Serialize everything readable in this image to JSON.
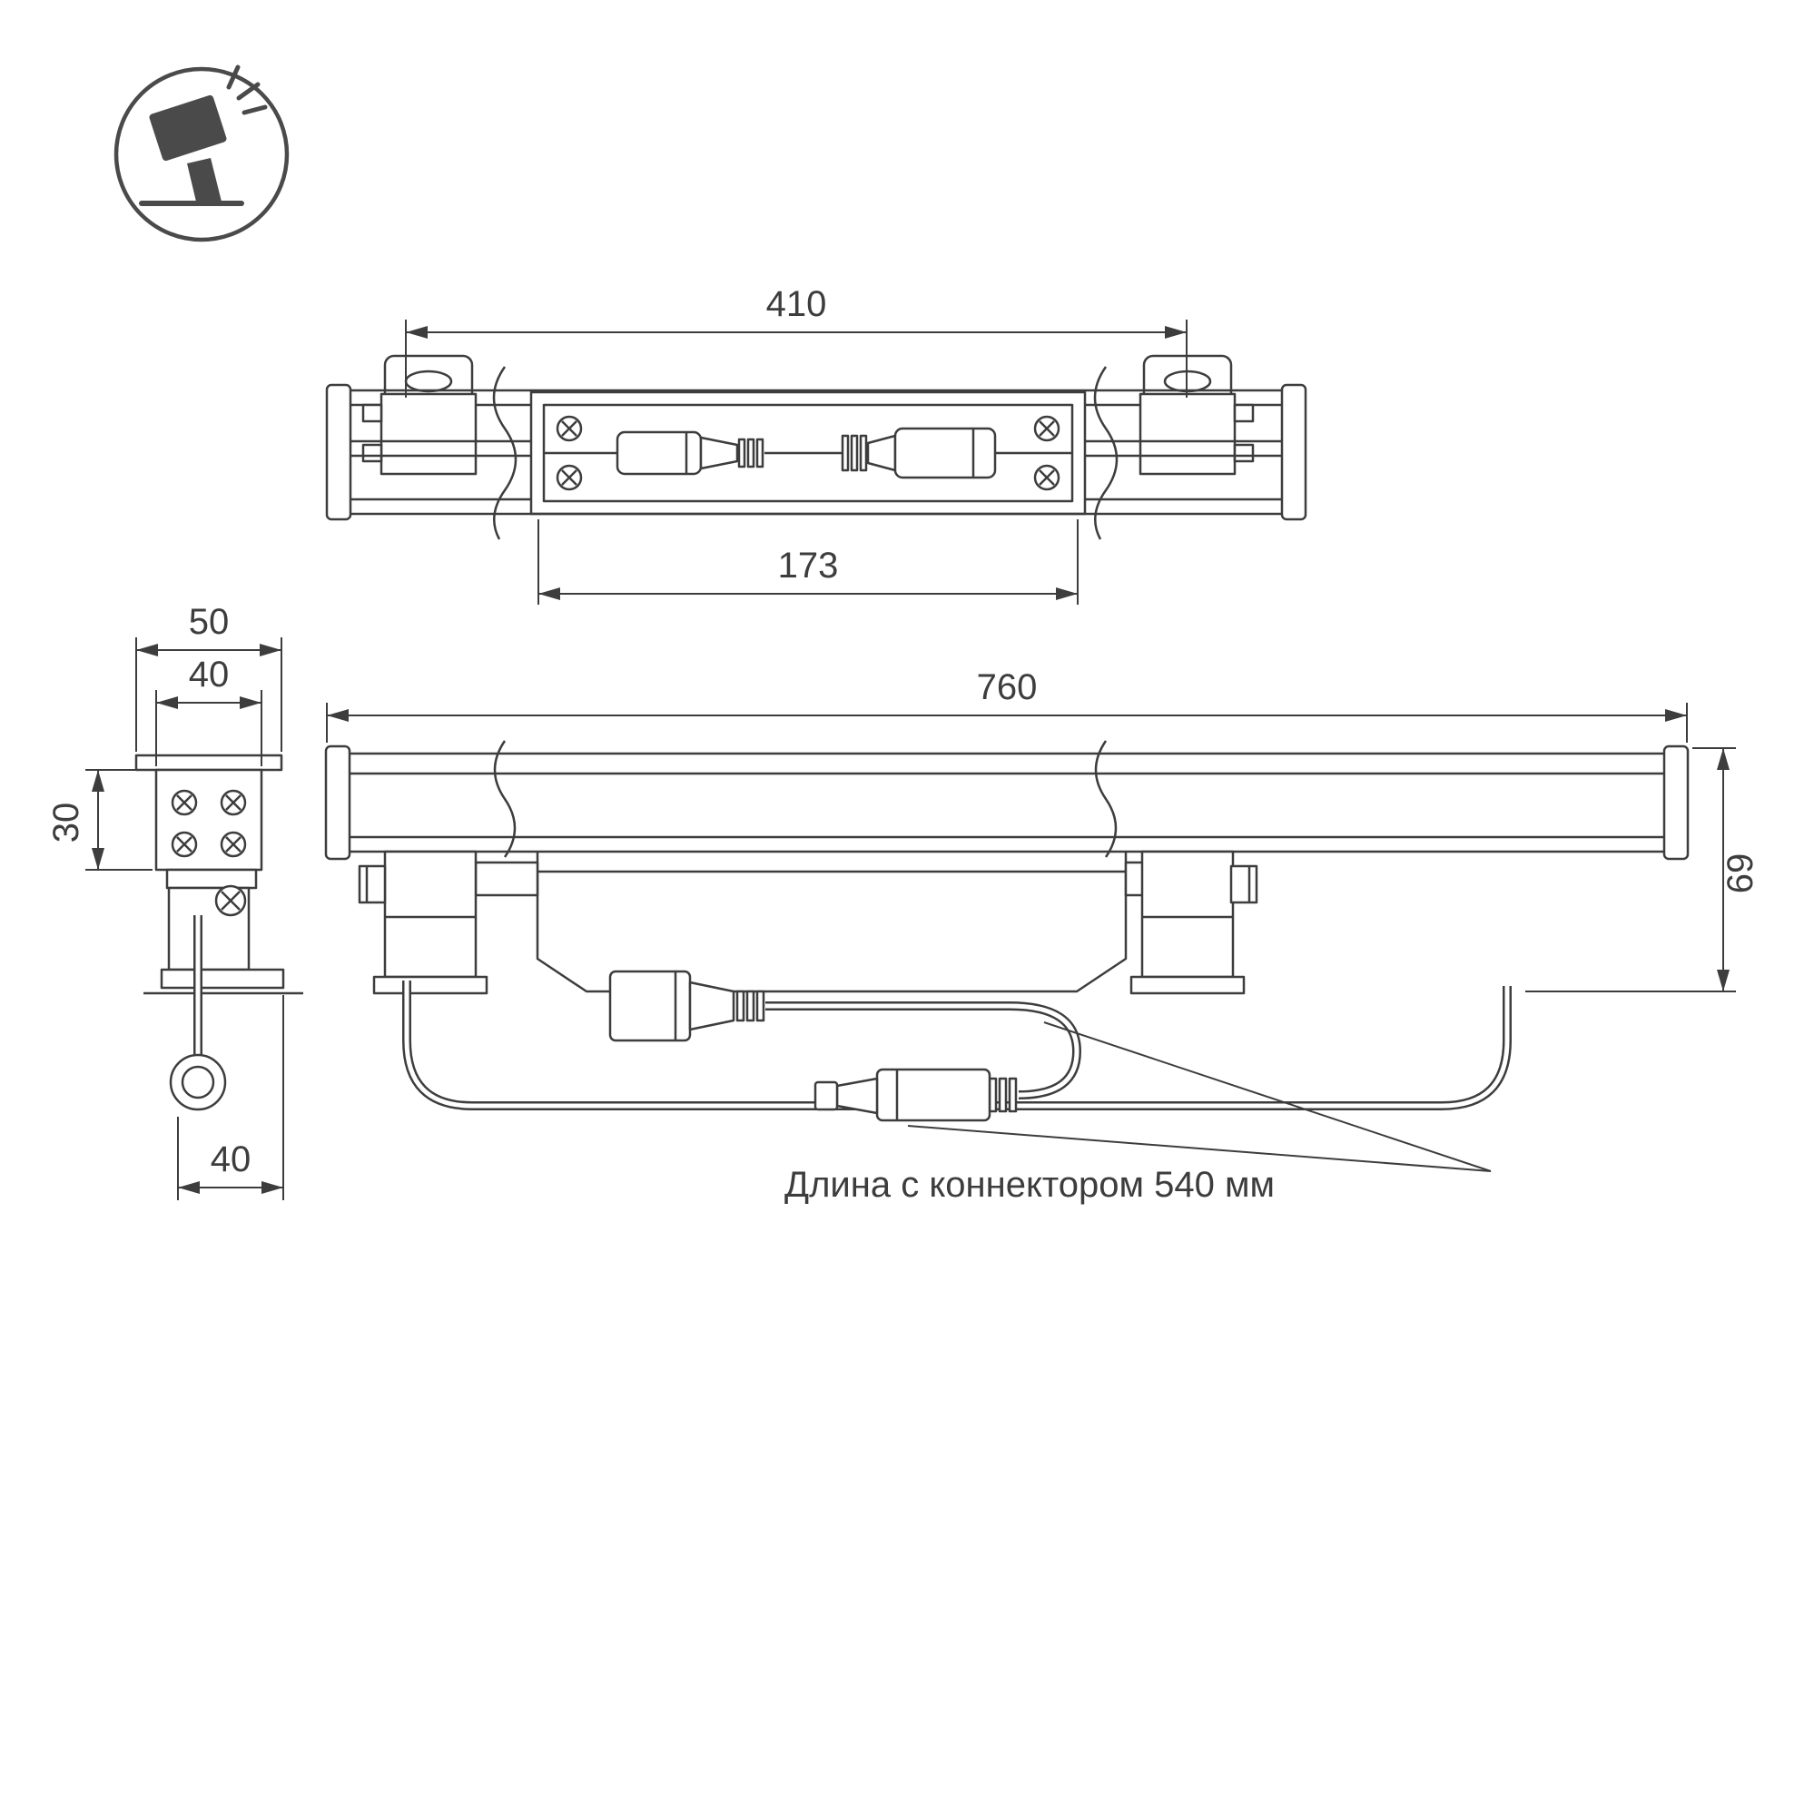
{
  "colors": {
    "background": "#ffffff",
    "line": "#3d3d3d",
    "icon": "#4a4a4a"
  },
  "icon": {
    "name": "floodlight-icon"
  },
  "views": {
    "top": {
      "dim_bracket_span": "410",
      "dim_module_length": "173"
    },
    "side": {
      "dim_cap_width": "50",
      "dim_body_width": "40",
      "dim_body_height": "30",
      "dim_foot_width": "40"
    },
    "front": {
      "dim_overall_length": "760",
      "dim_overall_height": "69"
    }
  },
  "caption": "Длина с коннектором 540 мм"
}
